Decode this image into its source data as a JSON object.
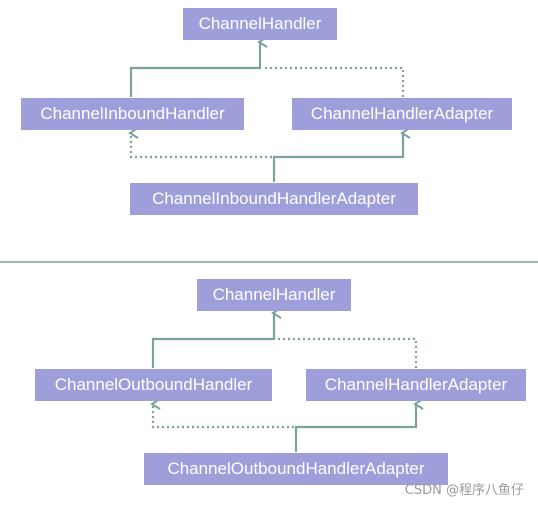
{
  "top": {
    "root": "ChannelHandler",
    "left": "ChannelInboundHandler",
    "right": "ChannelHandlerAdapter",
    "bottom": "ChannelInboundHandlerAdapter"
  },
  "bottom": {
    "root": "ChannelHandler",
    "left": "ChannelOutboundHandler",
    "right": "ChannelHandlerAdapter",
    "bottom": "ChannelOutboundHandlerAdapter"
  },
  "watermark": "CSDN @程序八鱼仔",
  "colors": {
    "box": "#9e9edb",
    "connector": "#7aa39d",
    "divider": "#7aa39d"
  }
}
